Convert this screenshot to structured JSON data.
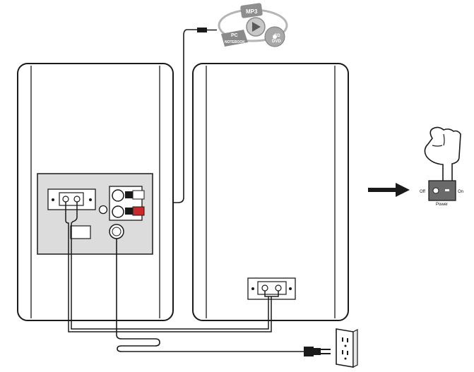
{
  "media_source": {
    "mp3": "MP3",
    "pc": "PC",
    "notebook": "NOTEBOOK",
    "cd": "CD",
    "dvd": "DVD"
  },
  "power_switch": {
    "off": "Off",
    "on": "On",
    "power": "Power"
  },
  "colors": {
    "line": "#1a1a1a",
    "cable_red": "#cc2a2a",
    "switch_body": "#666666",
    "media_gray": "#9a9a9a"
  },
  "icons": [
    "pointing-hand-icon",
    "arrow-right-icon",
    "power-plug-icon",
    "wall-outlet-icon",
    "play-icon",
    "disc-icon"
  ]
}
